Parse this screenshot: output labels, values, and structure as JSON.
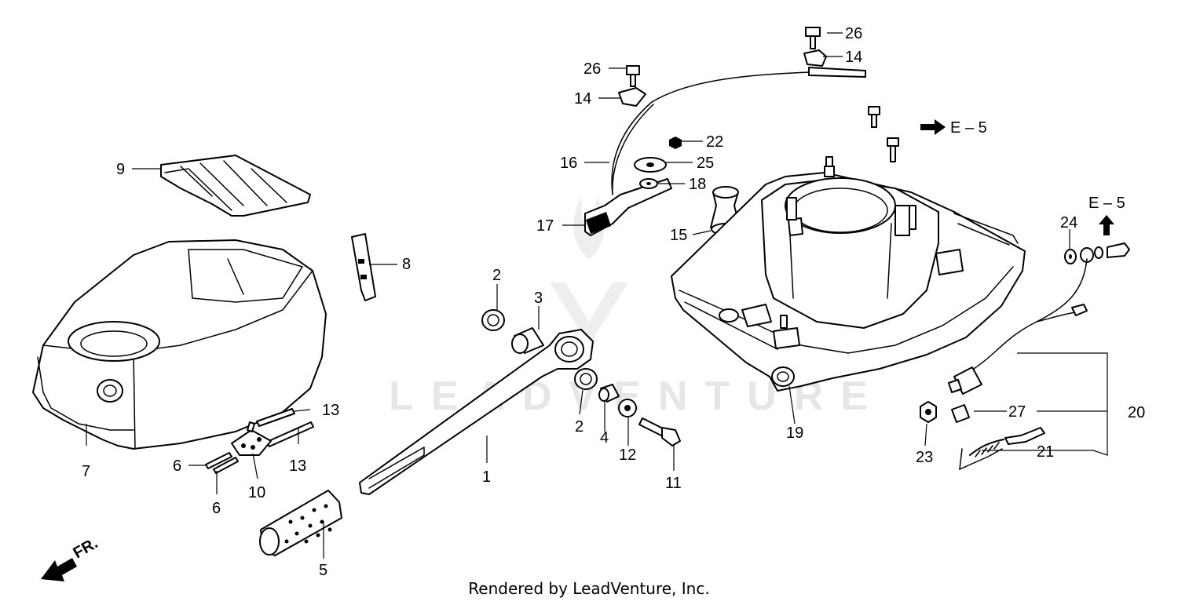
{
  "watermark_text": "LEADVENTURE",
  "footer_text": "Rendered by LeadVenture, Inc.",
  "direction_label": "FR.",
  "reference_labels": [
    "E – 5",
    "E – 5"
  ],
  "callouts": {
    "c1": "1",
    "c2a": "2",
    "c2b": "2",
    "c3": "3",
    "c4": "4",
    "c5": "5",
    "c6a": "6",
    "c6b": "6",
    "c7": "7",
    "c8": "8",
    "c9": "9",
    "c10": "10",
    "c11": "11",
    "c12": "12",
    "c13a": "13",
    "c13b": "13",
    "c14a": "14",
    "c14b": "14",
    "c15": "15",
    "c16": "16",
    "c17": "17",
    "c18": "18",
    "c19": "19",
    "c20": "20",
    "c21": "21",
    "c22": "22",
    "c23": "23",
    "c24": "24",
    "c25": "25",
    "c26a": "26",
    "c26b": "26",
    "c27": "27"
  }
}
